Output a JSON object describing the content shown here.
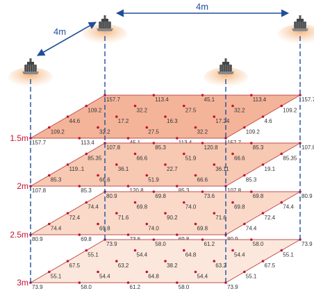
{
  "colors": {
    "plane_fills": [
      "#f4b49a",
      "#f7c8b2",
      "#fad9c9",
      "#fce7dc"
    ],
    "plane_edge": "#c0504d",
    "point": "#c8102e",
    "guide": "#1f4e9a",
    "level_label": "#c8102e",
    "text": "#333333",
    "glow": "#f6c99a"
  },
  "dimensions": {
    "lamp_spacing_back": "4m",
    "lamp_spacing_left": "4m"
  },
  "lamps": [
    {
      "name": "lamp-back-left",
      "icon": "highbay-lamp-icon"
    },
    {
      "name": "lamp-back-right",
      "icon": "highbay-lamp-icon"
    },
    {
      "name": "lamp-front-left",
      "icon": "highbay-lamp-icon"
    },
    {
      "name": "lamp-front-right",
      "icon": "highbay-lamp-icon"
    }
  ],
  "planes": [
    {
      "height_label": "1.5m",
      "grid": [
        [
          "157.7",
          "113.4",
          "45.1",
          "113.4",
          "157.7"
        ],
        [
          "109.2",
          "32.2",
          "27.5",
          "32.2",
          "109.2"
        ],
        [
          "44.6",
          "17.2",
          "16.3",
          "17.24",
          "4.6"
        ],
        [
          "109.2",
          "32.2",
          "27.5",
          "32.2",
          "109.2"
        ],
        [
          "157.7",
          "113.4",
          "45.1",
          "113.4",
          "157.7"
        ]
      ]
    },
    {
      "height_label": "2m",
      "grid": [
        [
          "107.8",
          "85.3",
          "120.8",
          "85.3",
          "107.8"
        ],
        [
          "85.35",
          "66.6",
          "51.9",
          "66.6",
          "85.35"
        ],
        [
          "119..1",
          "36.1",
          "22.7",
          "36.11",
          "19.1"
        ],
        [
          "85.3",
          "66.6",
          "51.9",
          "66.6",
          "85.3"
        ],
        [
          "107.8",
          "85.3",
          "120.8",
          "85.3",
          "107.8"
        ]
      ]
    },
    {
      "height_label": "2.5m",
      "grid": [
        [
          "80.9",
          "69.8",
          "73.6",
          "69.8",
          "80.9"
        ],
        [
          "74.4",
          "69.8",
          "74.0",
          "69.8",
          "74.4"
        ],
        [
          "72.4",
          "71.6",
          "90.2",
          "71.6",
          "72.4"
        ],
        [
          "74.4",
          "69.8",
          "74.0",
          "69.8",
          "74.4"
        ],
        [
          "80.9",
          "69.8",
          "73.6",
          "69.8",
          "80.9"
        ]
      ]
    },
    {
      "height_label": "3m",
      "grid": [
        [
          "73.9",
          "58.0",
          "61.2",
          "58.0",
          "73.9"
        ],
        [
          "55.1",
          "54.4",
          "64.8",
          "54.4",
          "55.1"
        ],
        [
          "67.5",
          "63.2",
          "38.2",
          "63.2",
          "67.5"
        ],
        [
          "55.1",
          "54.4",
          "64.8",
          "54.4",
          "55.1"
        ],
        [
          "73.9",
          "58.0",
          "61.2",
          "58.0",
          "73.9"
        ]
      ]
    }
  ]
}
